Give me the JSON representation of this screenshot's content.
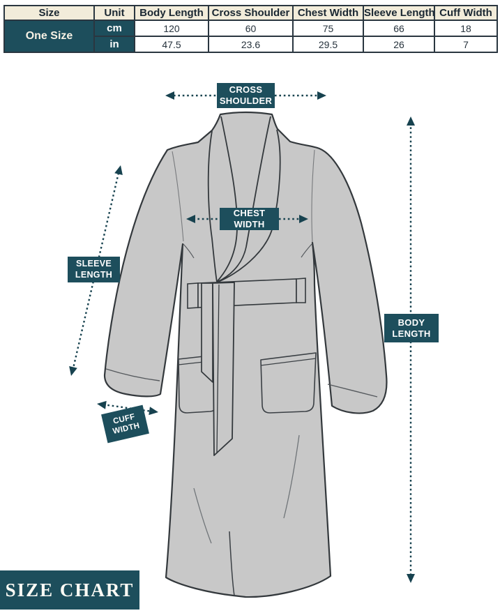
{
  "colors": {
    "teal": "#1d4e5c",
    "cream_header": "#f2ecda",
    "robe_gray": "#c8c8c8",
    "outline": "#33383c",
    "arrow": "#17424f",
    "table_border": "#2a3640",
    "dark_text": "#1a2732"
  },
  "size_table": {
    "headers": [
      "Size",
      "Unit",
      "Body Length",
      "Cross Shoulder",
      "Chest Width",
      "Sleeve Length",
      "Cuff Width"
    ],
    "size_value": "One Size",
    "rows": [
      {
        "unit": "cm",
        "values": [
          "120",
          "60",
          "75",
          "66",
          "18"
        ]
      },
      {
        "unit": "in",
        "values": [
          "47.5",
          "23.6",
          "29.5",
          "26",
          "7"
        ]
      }
    ]
  },
  "labels": {
    "cross_shoulder": {
      "line1": "CROSS",
      "line2": "SHOULDER"
    },
    "chest_width": {
      "line1": "CHEST",
      "line2": "WIDTH"
    },
    "sleeve_length": {
      "line1": "SLEEVE",
      "line2": "LENGTH"
    },
    "cuff_width": {
      "line1": "CUFF",
      "line2": "WIDTH"
    },
    "body_length": {
      "line1": "BODY",
      "line2": "LENGTH"
    }
  },
  "footer": {
    "title": "SIZE CHART"
  },
  "chart_data": {
    "type": "table",
    "title": "SIZE CHART",
    "size": "One Size",
    "columns": [
      "Body Length",
      "Cross Shoulder",
      "Chest Width",
      "Sleeve Length",
      "Cuff Width"
    ],
    "units": [
      "cm",
      "in"
    ],
    "values_cm": [
      120,
      60,
      75,
      66,
      18
    ],
    "values_in": [
      47.5,
      23.6,
      29.5,
      26,
      7
    ]
  }
}
